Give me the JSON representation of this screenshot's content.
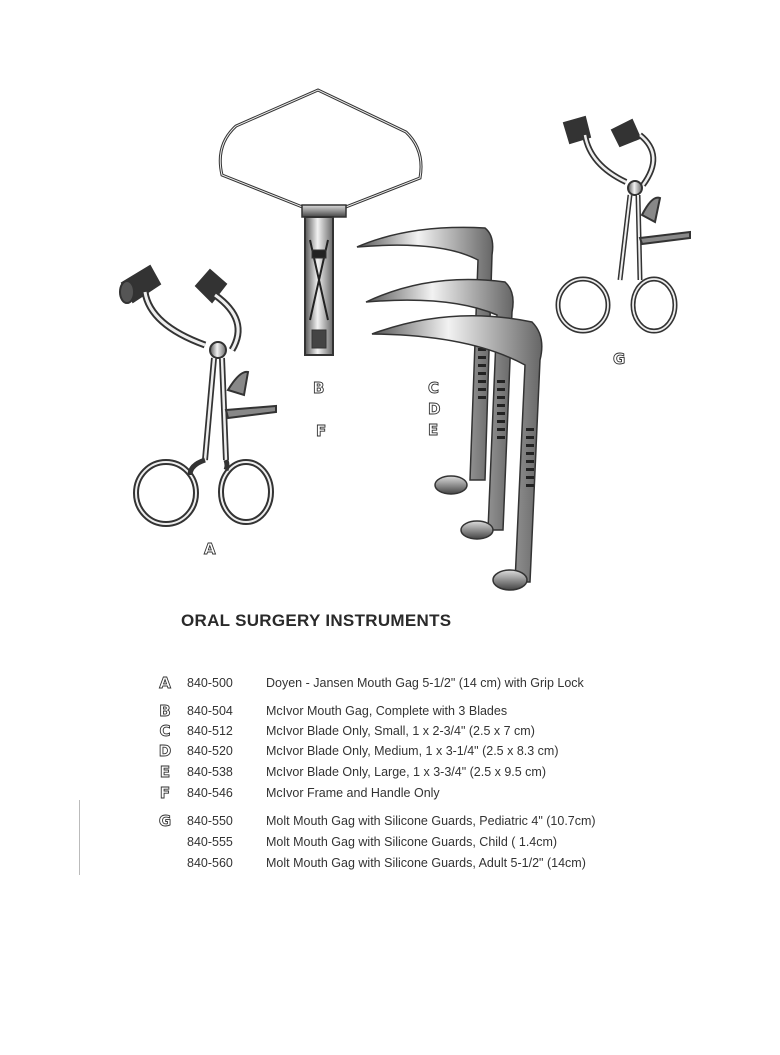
{
  "title": "ORAL SURGERY INSTRUMENTS",
  "figure_labels": {
    "a": "A",
    "b": "B",
    "c": "C",
    "d": "D",
    "e": "E",
    "f": "F",
    "g": "G"
  },
  "items": [
    {
      "letter": "A",
      "code": "840-500",
      "description": "Doyen - Jansen Mouth Gag 5-1/2\" (14 cm) with Grip Lock"
    },
    {
      "letter": "B",
      "code": "840-504",
      "description": "McIvor Mouth Gag, Complete with 3 Blades"
    },
    {
      "letter": "C",
      "code": "840-512",
      "description": "McIvor Blade Only, Small, 1 x 2-3/4\" (2.5 x 7 cm)"
    },
    {
      "letter": "D",
      "code": "840-520",
      "description": "McIvor Blade Only, Medium, 1 x 3-1/4\" (2.5 x 8.3 cm)"
    },
    {
      "letter": "E",
      "code": "840-538",
      "description": "McIvor Blade Only, Large, 1 x 3-3/4\" (2.5 x 9.5 cm)"
    },
    {
      "letter": "F",
      "code": "840-546",
      "description": "McIvor Frame and Handle Only"
    },
    {
      "letter": "G",
      "code": "840-550",
      "description": "Molt Mouth Gag with Silicone Guards, Pediatric 4\" (10.7cm)"
    },
    {
      "letter": "",
      "code": "840-555",
      "description": "Molt Mouth Gag with Silicone Guards, Child ( 1.4cm)"
    },
    {
      "letter": "",
      "code": "840-560",
      "description": "Molt Mouth Gag with Silicone Guards, Adult 5-1/2\" (14cm)"
    }
  ]
}
